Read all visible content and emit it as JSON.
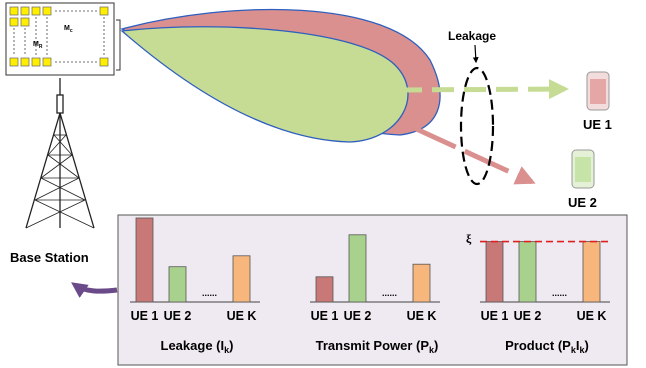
{
  "antenna": {
    "label_mc": "M",
    "sub_mc": "c",
    "label_mr": "M",
    "sub_mr": "R"
  },
  "base_station": {
    "label": "Base Station"
  },
  "leakage_callout": {
    "label": "Leakage"
  },
  "users": [
    {
      "label": "UE 1",
      "color": "#e5a6a6"
    },
    {
      "label": "UE 2",
      "color": "#c6e3a8"
    }
  ],
  "panels": [
    {
      "caption_main": "Leakage (I",
      "caption_sub": "k",
      "caption_end": ")",
      "bars": [
        {
          "label": "UE 1",
          "value": 1.0,
          "color": "#c97878"
        },
        {
          "label": "UE 2",
          "value": 0.42,
          "color": "#a9d18e"
        },
        {
          "label": "UE K",
          "value": 0.55,
          "color": "#f7b77c"
        }
      ],
      "dots": "......"
    },
    {
      "caption_main": "Transmit Power (P",
      "caption_sub": "k",
      "caption_end": ")",
      "bars": [
        {
          "label": "UE 1",
          "value": 0.3,
          "color": "#c97878"
        },
        {
          "label": "UE 2",
          "value": 0.8,
          "color": "#a9d18e"
        },
        {
          "label": "UE K",
          "value": 0.45,
          "color": "#f7b77c"
        }
      ],
      "dots": "......"
    },
    {
      "caption_main": "Product (P",
      "caption_sub": "k",
      "caption_mid": "I",
      "caption_sub2": "k",
      "caption_end": ")",
      "threshold_symbol": "ξ",
      "bars": [
        {
          "label": "UE 1",
          "value": 0.72,
          "color": "#c97878"
        },
        {
          "label": "UE 2",
          "value": 0.72,
          "color": "#a9d18e"
        },
        {
          "label": "UE K",
          "value": 0.72,
          "color": "#f7b77c"
        }
      ],
      "dots": "......"
    }
  ],
  "colors": {
    "beam_red": "#d9908f",
    "beam_green": "#c6dc95",
    "threshold": "#e02020",
    "panel_bg": "#efeaf1",
    "arrow_purple": "#6b4a8a"
  }
}
